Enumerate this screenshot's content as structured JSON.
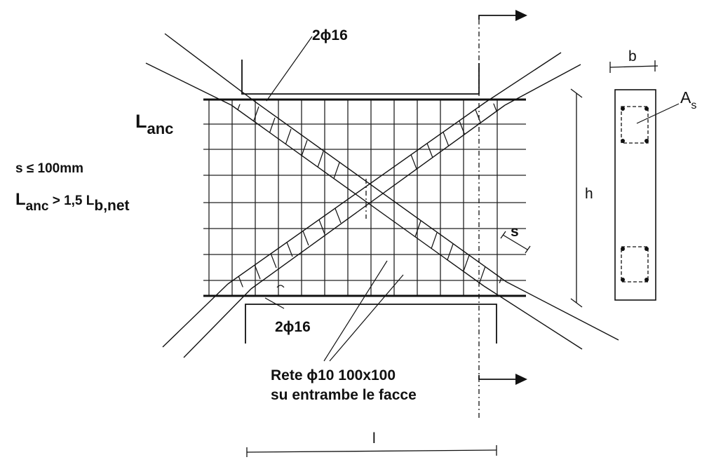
{
  "labels": {
    "top_bars": "2ϕ16",
    "bottom_bars": "2ϕ16",
    "l_anc_main": "L",
    "l_anc_sub": "anc",
    "spacing_rule": "s ≤ 100mm",
    "anchor_rule_main": "L",
    "anchor_rule_sub": "anc",
    "anchor_rule_mid": " > 1,5 L",
    "anchor_rule_sub2": "b,net",
    "height": "h",
    "width": "b",
    "length": "l",
    "stirrup_spacing": "s",
    "steel_area_main": "A",
    "steel_area_sub": "s",
    "mesh_line1": "Rete ϕ10 100x100",
    "mesh_line2": "su entrambe le facce"
  }
}
